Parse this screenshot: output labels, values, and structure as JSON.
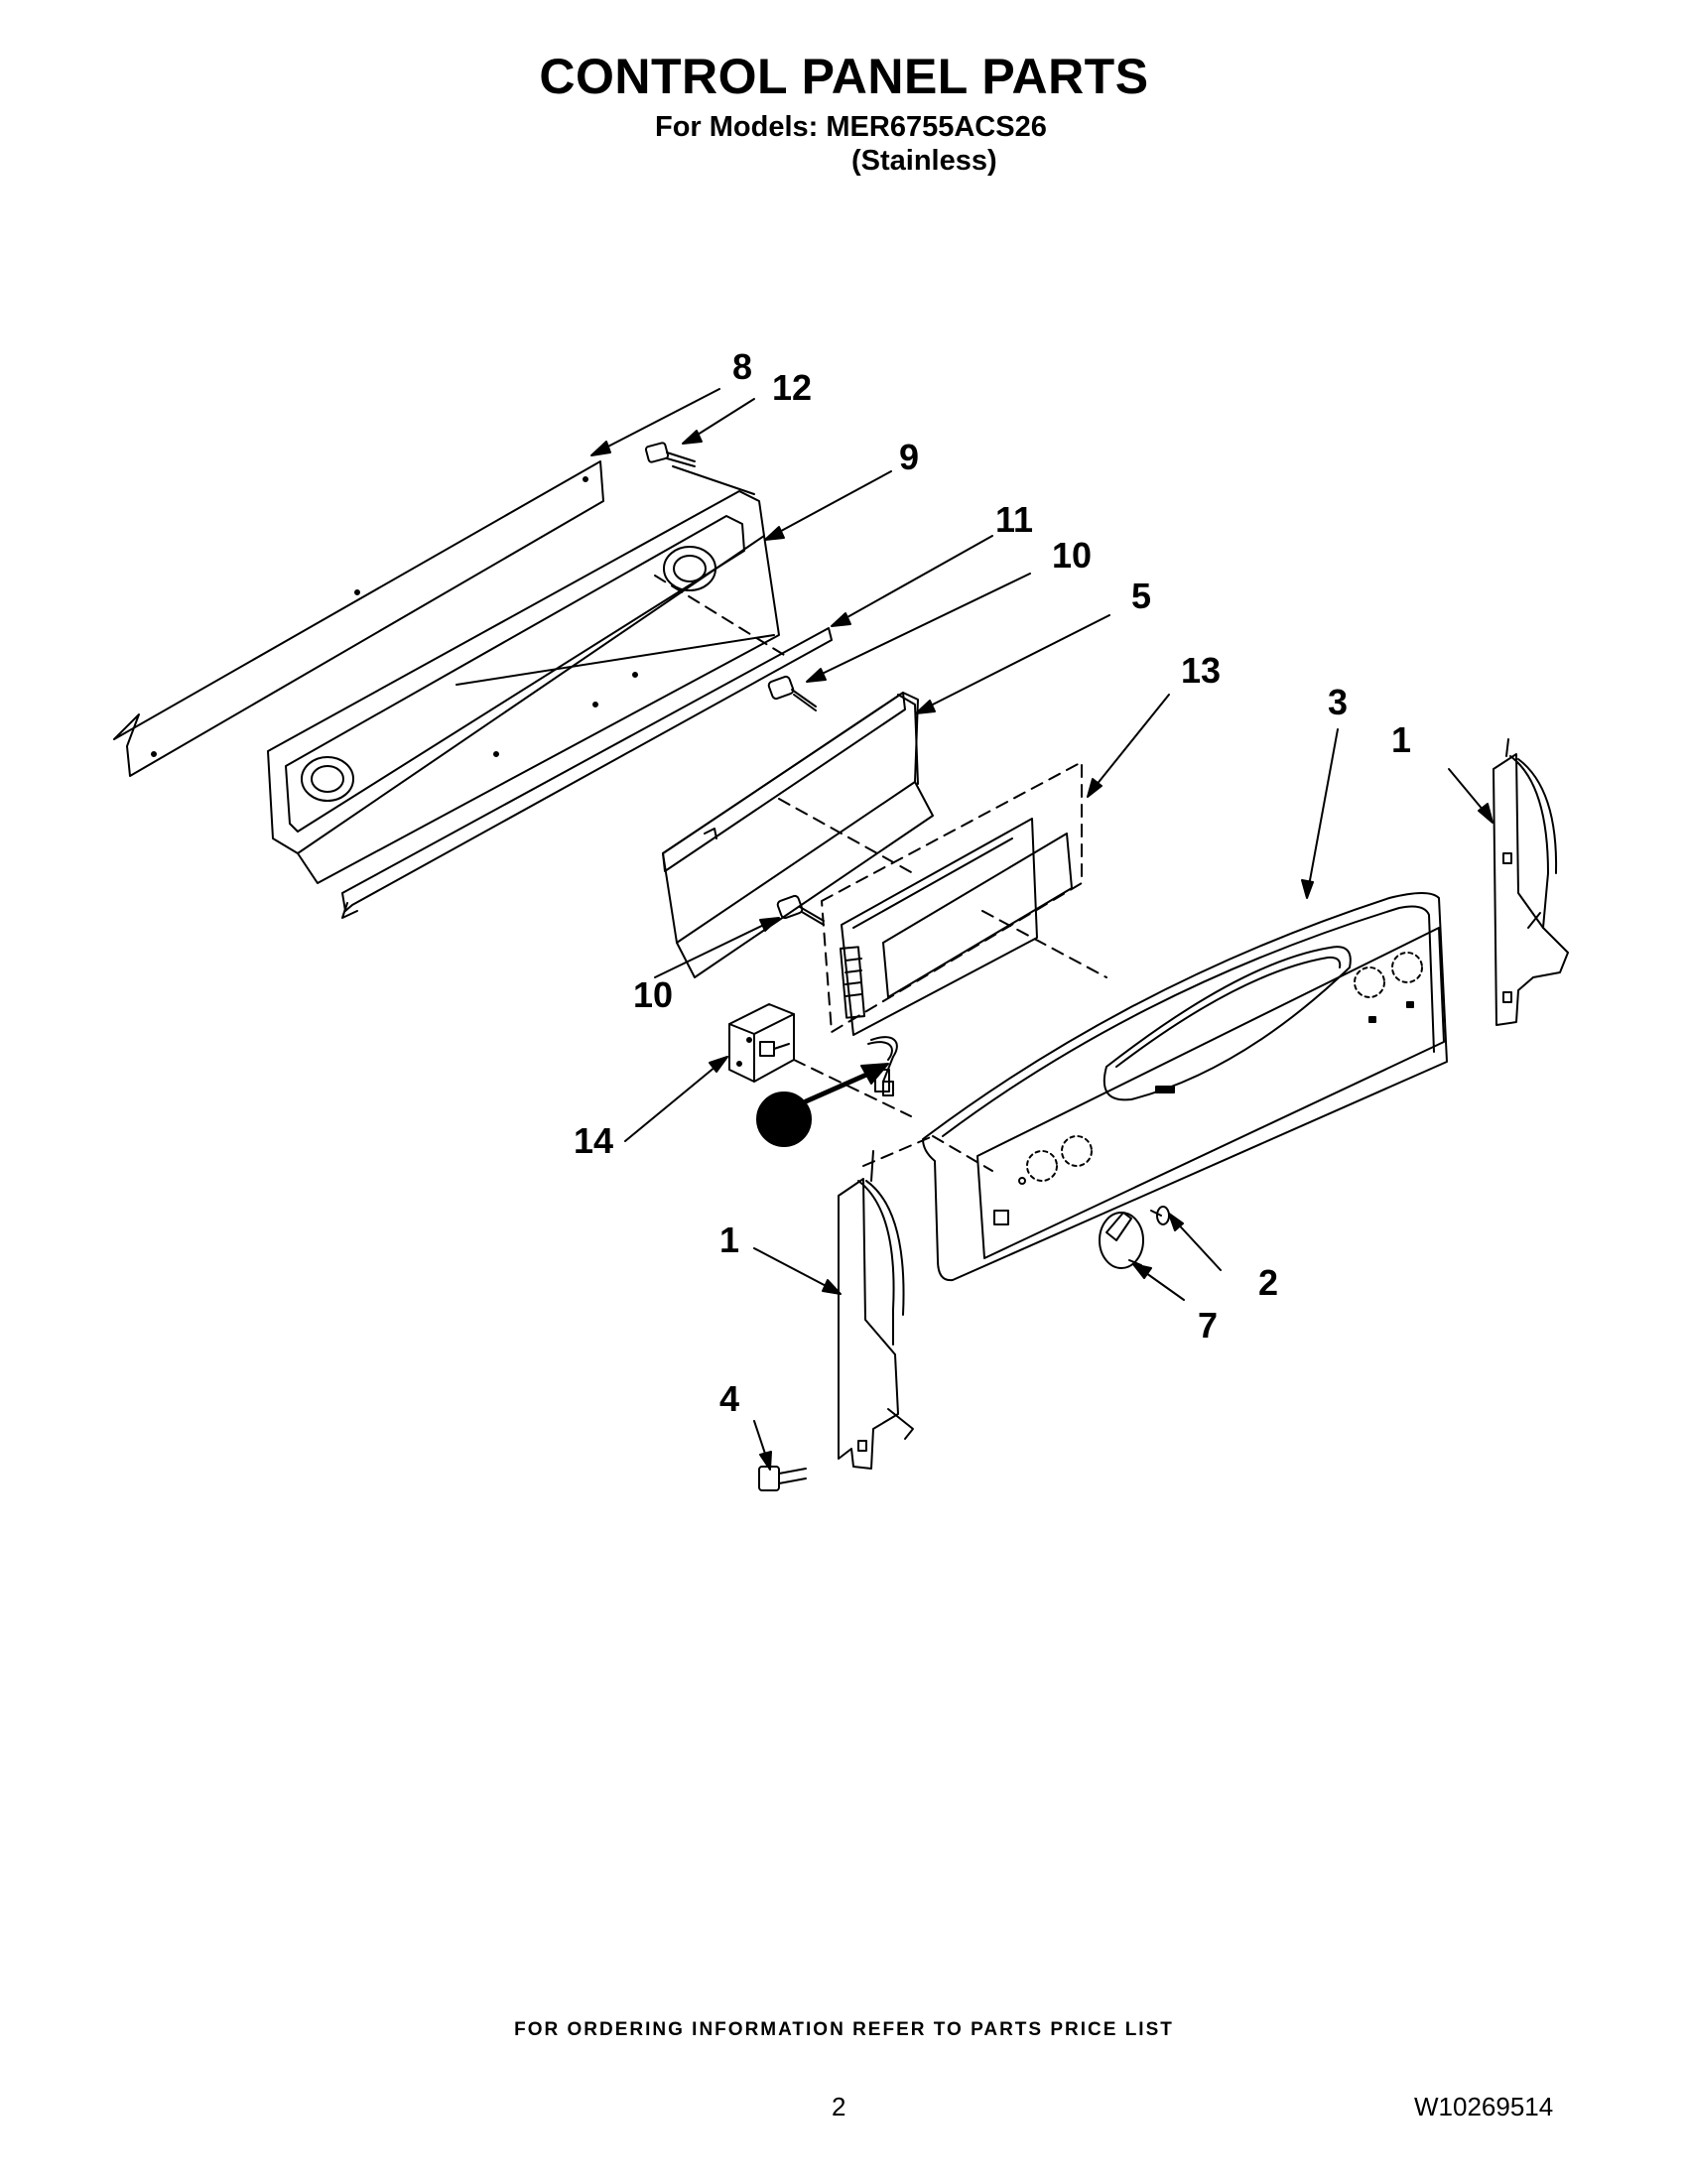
{
  "header": {
    "title": "CONTROL PANEL PARTS",
    "models_line": "For Models: MER6755ACS26",
    "variant_line": "(Stainless)"
  },
  "callouts": [
    "8",
    "12",
    "9",
    "11",
    "10",
    "5",
    "13",
    "3",
    "1",
    "10",
    "14",
    "1",
    "2",
    "7",
    "4"
  ],
  "footer": {
    "ordering_note": "FOR ORDERING INFORMATION REFER TO PARTS PRICE LIST",
    "page_number": "2",
    "document_number": "W10269514"
  }
}
